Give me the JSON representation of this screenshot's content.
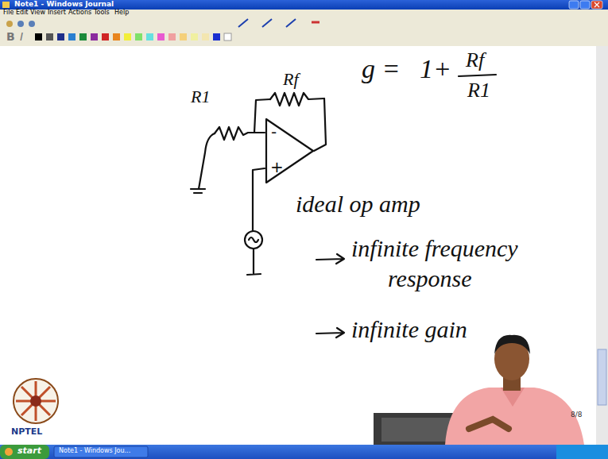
{
  "diagram": {
    "nodes": [
      {
        "text": [
          "-",
          "+"
        ]
      }
    ],
    "labels": [
      "Note1 - Windows Journal",
      "File",
      "Edit",
      "View",
      "Insert",
      "Actions",
      "Tools",
      "Help",
      "B",
      "I",
      "R1",
      "Rf",
      "g =",
      "1+",
      "Rf",
      "R1",
      "ideal op amp",
      "infinite frequency",
      "response",
      "infinite gain",
      "8/8",
      "NPTEL",
      "start",
      "Note1 - Windows Jou..."
    ]
  }
}
